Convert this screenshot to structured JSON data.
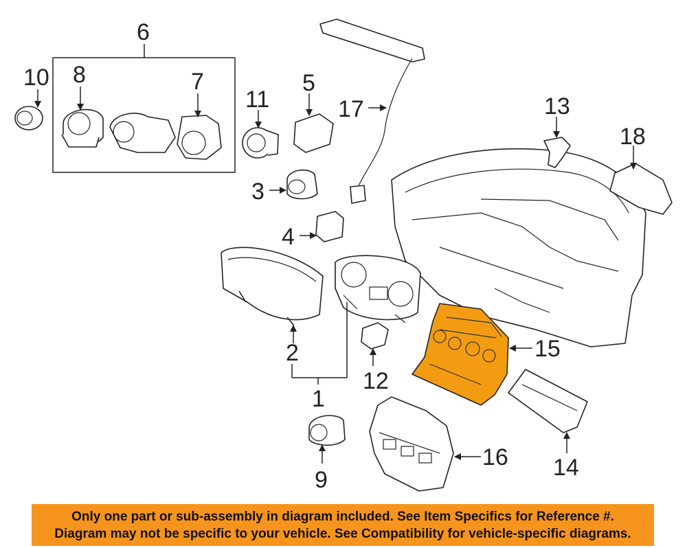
{
  "callouts": {
    "c1": "1",
    "c2": "2",
    "c3": "3",
    "c4": "4",
    "c5": "5",
    "c6": "6",
    "c7": "7",
    "c8": "8",
    "c9": "9",
    "c10": "10",
    "c11": "11",
    "c12": "12",
    "c13": "13",
    "c14": "14",
    "c15": "15",
    "c16": "16",
    "c17": "17",
    "c18": "18"
  },
  "colors": {
    "highlight": "#f39c12",
    "banner": "#f7941d"
  },
  "disclaimer": {
    "line1": "Only one part or sub-assembly in diagram included. See Item Specifics for Reference #.",
    "line2": "Diagram may not be specific to your vehicle. See Compatibility for vehicle-specific diagrams."
  }
}
